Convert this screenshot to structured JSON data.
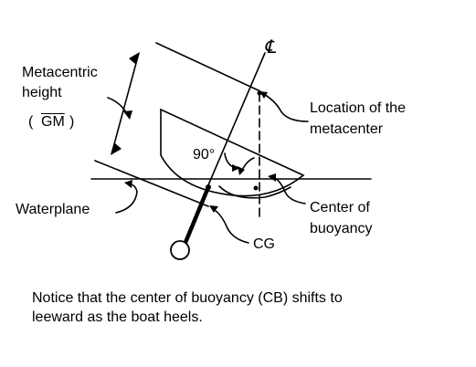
{
  "labels": {
    "metacentric_line1": "Metacentric",
    "metacentric_line2": "height",
    "gm_open": "(",
    "gm_symbol": "GM",
    "gm_close": ")",
    "centerline_symbol": "℄",
    "location_line1": "Location of the",
    "location_line2": "metacenter",
    "angle": "90°",
    "waterplane": "Waterplane",
    "center_line1": "Center of",
    "center_line2": "buoyancy",
    "cg": "CG"
  },
  "caption": {
    "line1": "Notice that the center of buoyancy (CB) shifts to",
    "line2": "leeward as the boat heels."
  }
}
